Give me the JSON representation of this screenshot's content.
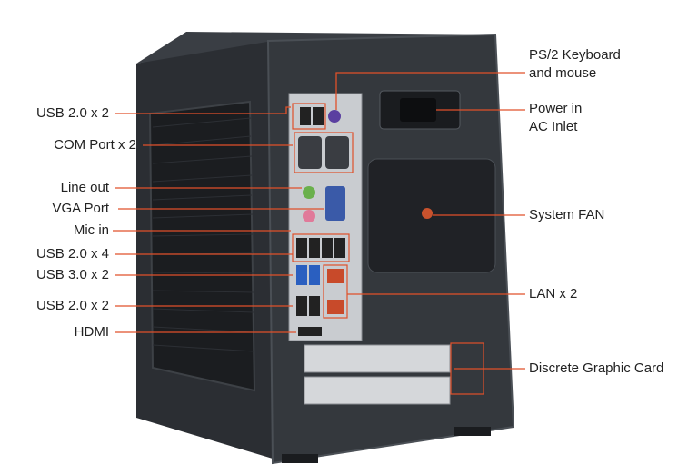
{
  "labels_left": [
    {
      "key": "usb20x2_top",
      "text": "USB 2.0 x 2"
    },
    {
      "key": "com",
      "text": "COM Port x 2"
    },
    {
      "key": "lineout",
      "text": "Line out"
    },
    {
      "key": "vga",
      "text": "VGA Port"
    },
    {
      "key": "micin",
      "text": "Mic in"
    },
    {
      "key": "usb20x4",
      "text": "USB 2.0 x 4"
    },
    {
      "key": "usb30x2",
      "text": "USB 3.0 x 2"
    },
    {
      "key": "usb20x2_bottom",
      "text": "USB 2.0 x 2"
    },
    {
      "key": "hdmi",
      "text": "HDMI"
    }
  ],
  "labels_right": [
    {
      "key": "ps2",
      "lines": [
        "PS/2 Keyboard",
        "and mouse"
      ]
    },
    {
      "key": "power",
      "lines": [
        "Power in",
        "AC Inlet"
      ]
    },
    {
      "key": "fan",
      "lines": [
        "System FAN"
      ]
    },
    {
      "key": "lan",
      "lines": [
        "LAN x 2"
      ]
    },
    {
      "key": "gpu",
      "lines": [
        "Discrete Graphic Card"
      ]
    }
  ],
  "colors": {
    "leader_line": "#e0502a",
    "chassis": "#2a2d31",
    "chassis_edge": "#4a4f55",
    "label_text": "#222222"
  }
}
